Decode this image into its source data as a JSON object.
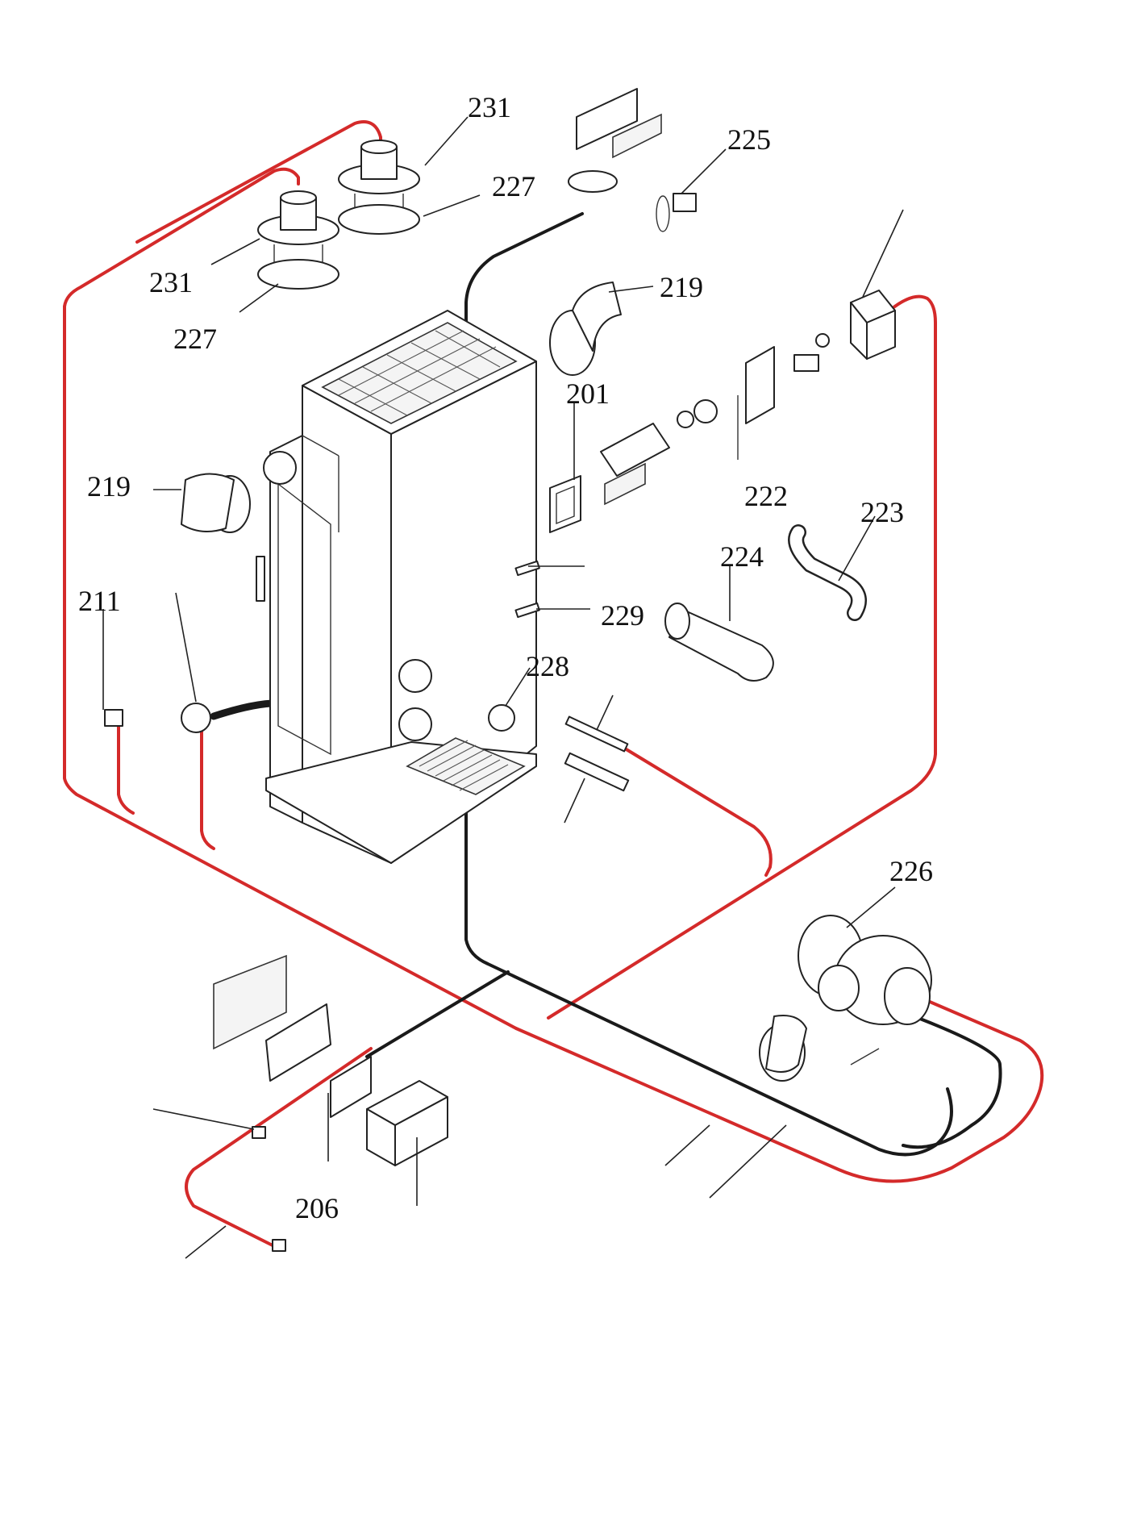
{
  "diagram": {
    "colors": {
      "power_wire": "#d42a2a",
      "signal_wire": "#1a1a1a",
      "line_art": "#222222",
      "background": "#ffffff"
    },
    "callouts": [
      {
        "id": "c231a",
        "text": "231"
      },
      {
        "id": "c225",
        "text": "225"
      },
      {
        "id": "c227a",
        "text": "227"
      },
      {
        "id": "c231b",
        "text": "231"
      },
      {
        "id": "c227b",
        "text": "227"
      },
      {
        "id": "c219a",
        "text": "219"
      },
      {
        "id": "c201",
        "text": "201"
      },
      {
        "id": "c219b",
        "text": "219"
      },
      {
        "id": "c222",
        "text": "222"
      },
      {
        "id": "c223",
        "text": "223"
      },
      {
        "id": "c224",
        "text": "224"
      },
      {
        "id": "c211",
        "text": "211"
      },
      {
        "id": "c229",
        "text": "229"
      },
      {
        "id": "c228",
        "text": "228"
      },
      {
        "id": "c226",
        "text": "226"
      },
      {
        "id": "c206",
        "text": "206"
      }
    ]
  }
}
